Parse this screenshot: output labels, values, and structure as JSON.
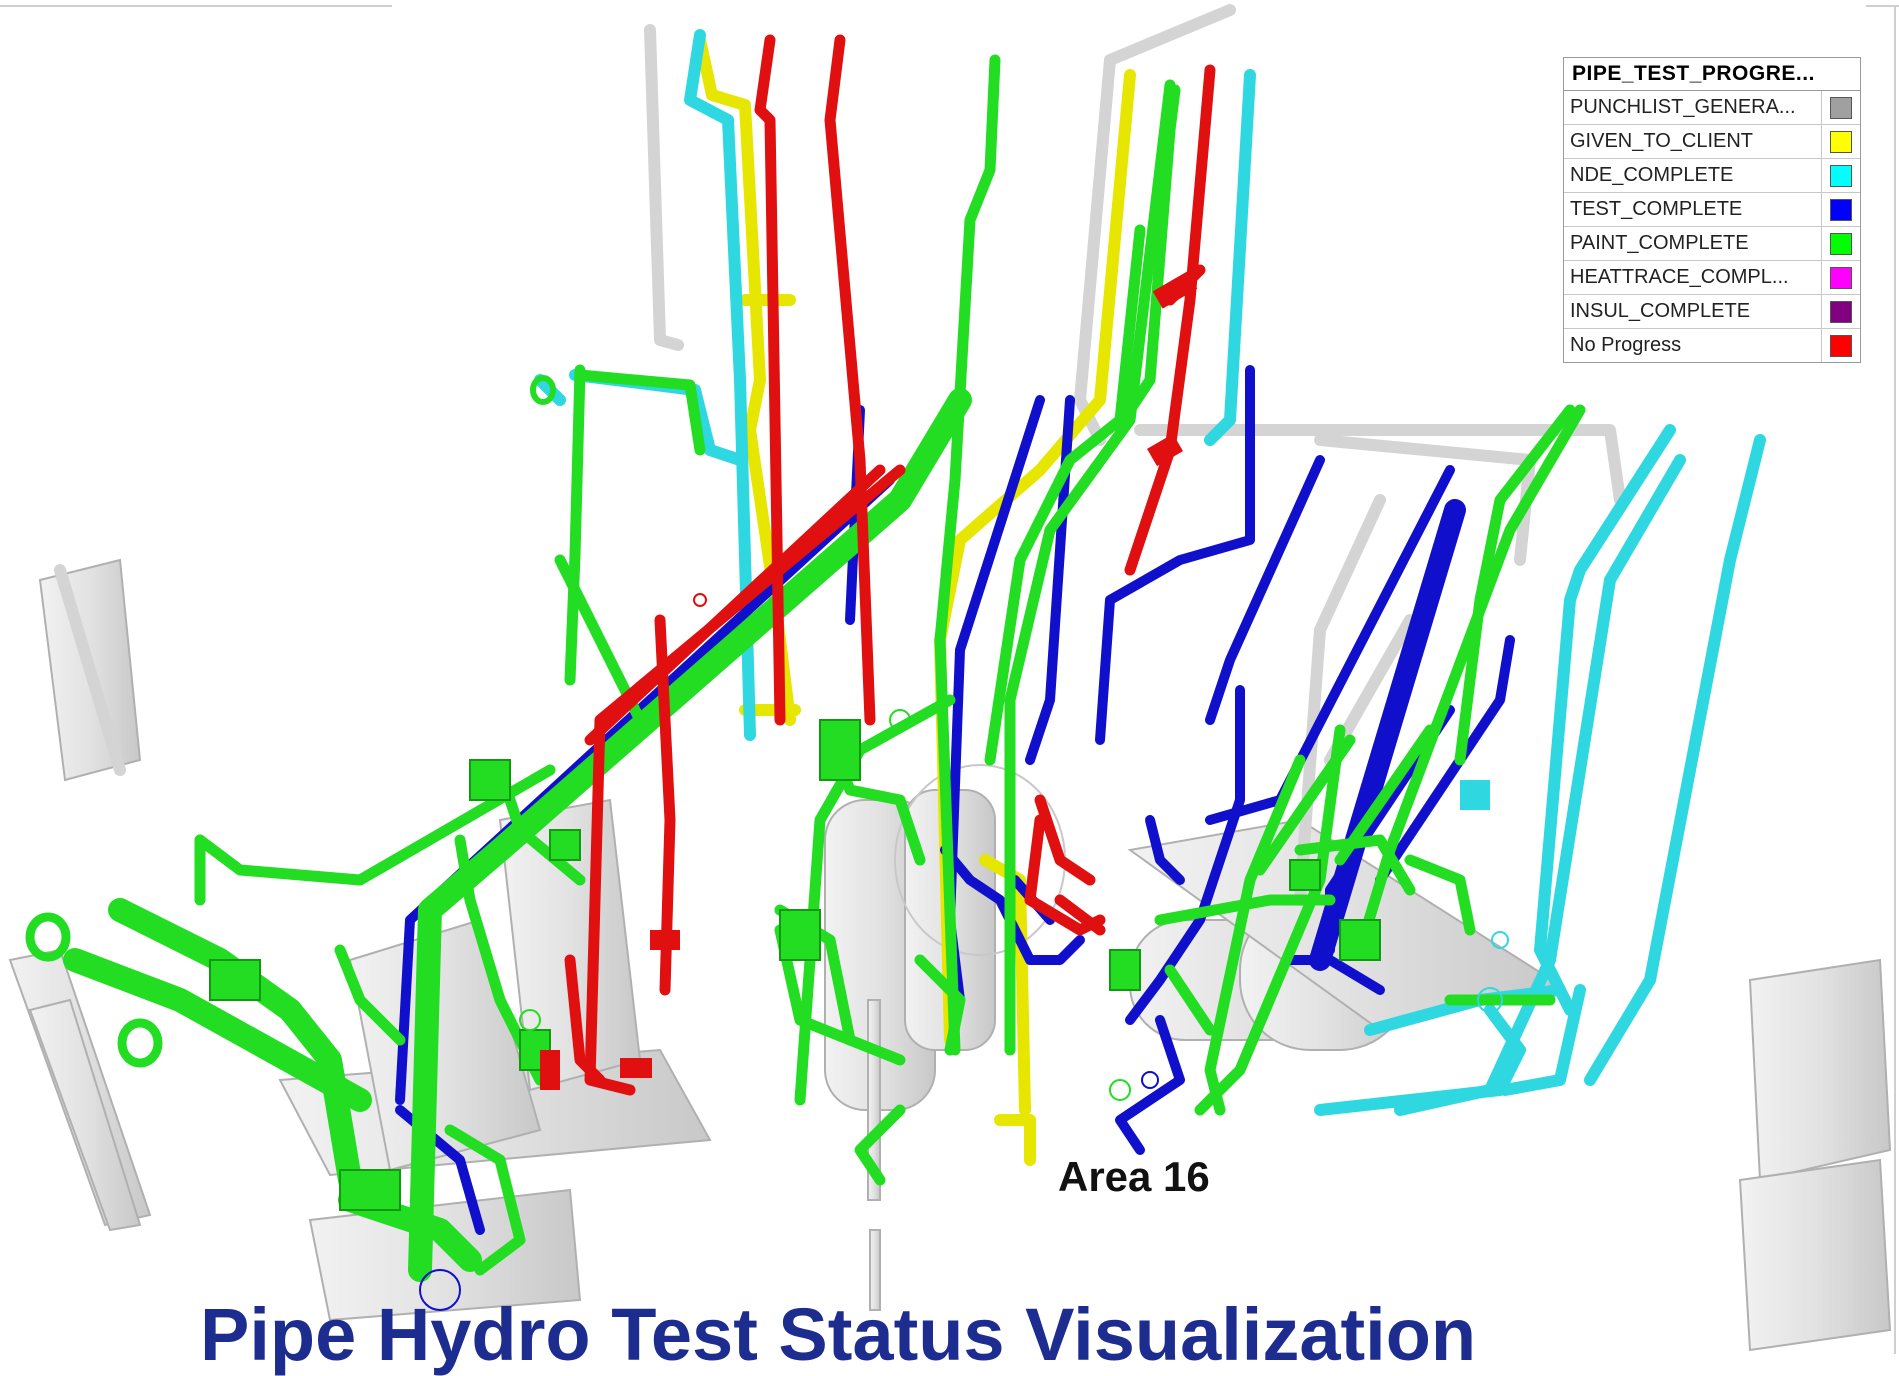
{
  "legend": {
    "title": "PIPE_TEST_PROGRE...",
    "items": [
      {
        "label": "PUNCHLIST_GENERA...",
        "color": "#a0a0a0"
      },
      {
        "label": "GIVEN_TO_CLIENT",
        "color": "#ffff00"
      },
      {
        "label": "NDE_COMPLETE",
        "color": "#00ffff"
      },
      {
        "label": "TEST_COMPLETE",
        "color": "#0000ff"
      },
      {
        "label": "PAINT_COMPLETE",
        "color": "#00ff00"
      },
      {
        "label": "HEATTRACE_COMPL...",
        "color": "#ff00ff"
      },
      {
        "label": "INSUL_COMPLETE",
        "color": "#800080"
      },
      {
        "label": "No Progress",
        "color": "#ff0000"
      }
    ]
  },
  "scene": {
    "area_label": "Area 16",
    "title": "Pipe Hydro Test Status Visualization"
  },
  "colors": {
    "gray": "#d8d8d8",
    "yellow": "#e6e600",
    "cyan": "#2fd8e0",
    "blue": "#1010cc",
    "green": "#22dd22",
    "red": "#e01010",
    "title_blue": "#1d2c8f"
  }
}
